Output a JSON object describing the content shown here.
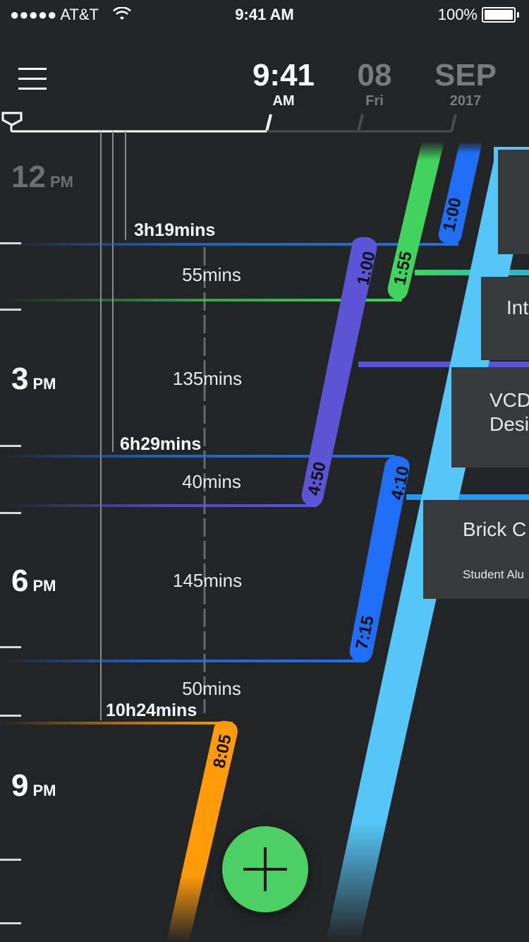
{
  "status_bar": {
    "carrier": "●●●●● AT&T",
    "time": "9:41 AM",
    "battery": "100%"
  },
  "header": {
    "time": "9:41",
    "ampm": "AM",
    "day": "08",
    "weekday": "Fri",
    "month": "SEP",
    "year": "2017"
  },
  "timeline": {
    "hours": [
      {
        "num": "12",
        "unit": "PM"
      },
      {
        "num": "3",
        "unit": "PM"
      },
      {
        "num": "6",
        "unit": "PM"
      },
      {
        "num": "9",
        "unit": "PM"
      }
    ],
    "gaps": [
      "55mins",
      "135mins",
      "40mins",
      "145mins",
      "50mins"
    ],
    "totals": [
      "3h19mins",
      "6h29mins",
      "10h24mins"
    ]
  },
  "events": [
    {
      "label": "1:00",
      "color": "#1f6ef5"
    },
    {
      "label": "1:55",
      "color": "#41d35e"
    },
    {
      "label": "1:00",
      "color": "#5b55d6"
    },
    {
      "label": "4:50",
      "color": "#5b55d6"
    },
    {
      "label": "4:10",
      "color": "#1f6ef5"
    },
    {
      "label": "7:15",
      "color": "#1f6ef5"
    },
    {
      "label": "8:05",
      "color": "#ff9a0a"
    }
  ],
  "cards": [
    {
      "title": "Int"
    },
    {
      "title": "VCD",
      "title2": "Desi"
    },
    {
      "title": "Brick C",
      "subtitle": "Student Alu"
    }
  ],
  "colors": {
    "background": "#232426",
    "light_blue": "#56c6f8",
    "fab": "#4cd065"
  }
}
